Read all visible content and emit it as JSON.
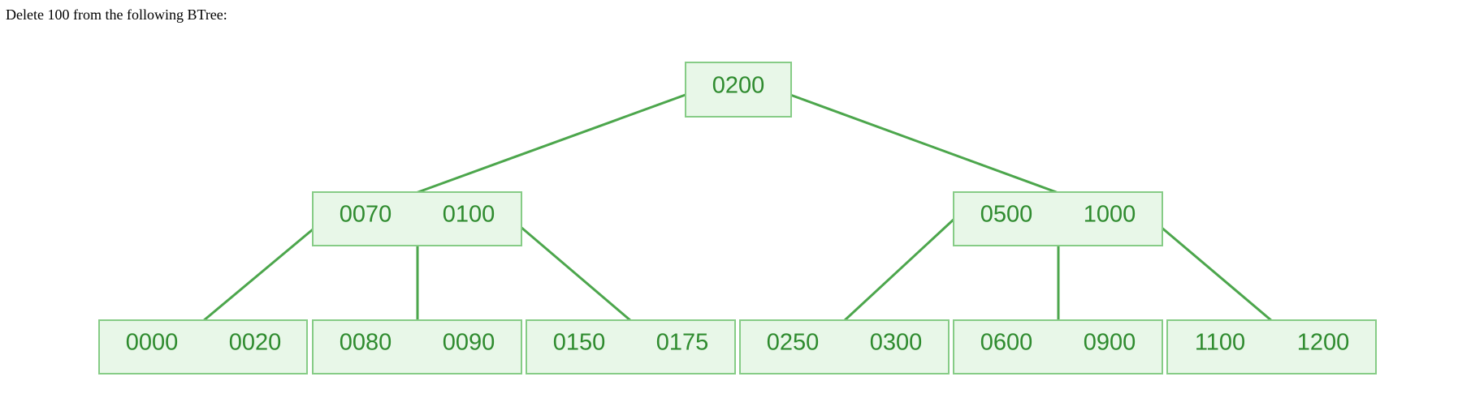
{
  "prompt": "Delete 100 from the following BTree:",
  "colors": {
    "node_fill": "#e8f7e8",
    "node_border": "#86cc86",
    "edge": "#4ca64c",
    "key_text": "#2e8b2e"
  },
  "tree": {
    "root": {
      "keys": [
        "0200"
      ]
    },
    "level1": [
      {
        "keys": [
          "0070",
          "0100"
        ]
      },
      {
        "keys": [
          "0500",
          "1000"
        ]
      }
    ],
    "leaves": [
      {
        "keys": [
          "0000",
          "0020"
        ]
      },
      {
        "keys": [
          "0080",
          "0090"
        ]
      },
      {
        "keys": [
          "0150",
          "0175"
        ]
      },
      {
        "keys": [
          "0250",
          "0300"
        ]
      },
      {
        "keys": [
          "0600",
          "0900"
        ]
      },
      {
        "keys": [
          "1100",
          "1200"
        ]
      }
    ]
  }
}
